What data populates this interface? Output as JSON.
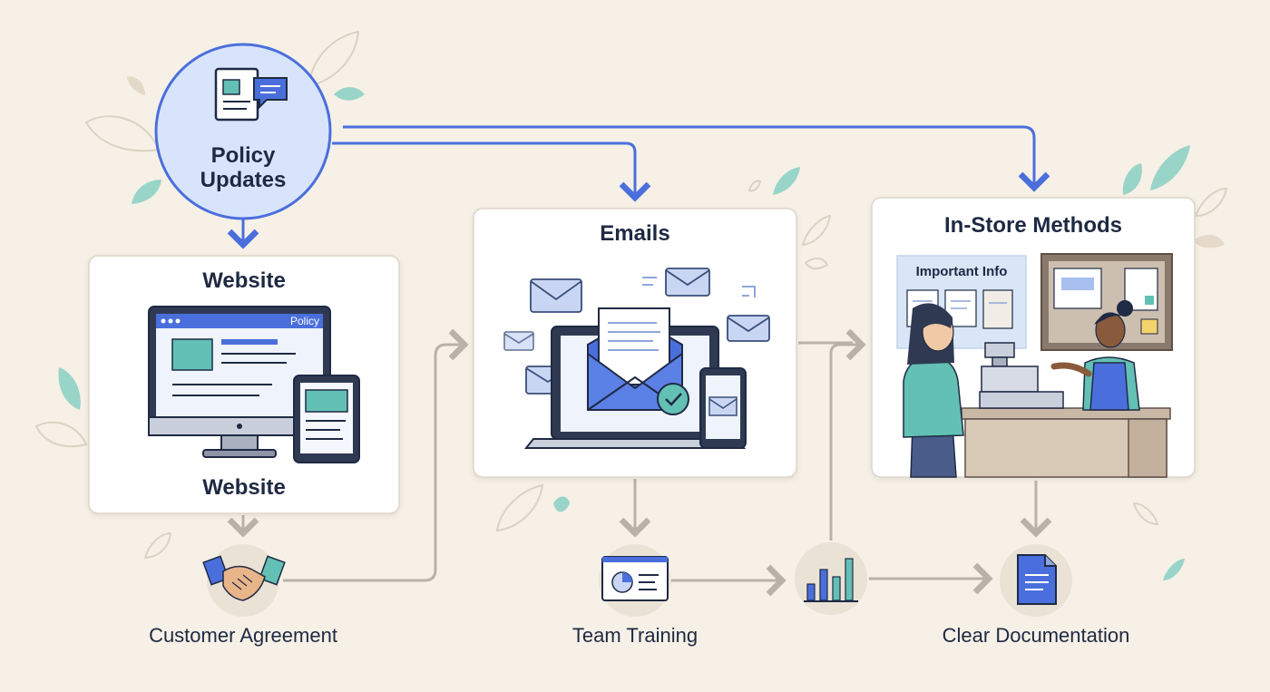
{
  "diagram": {
    "hub": {
      "title_line1": "Policy",
      "title_line2": "Updates"
    },
    "website_card": {
      "title": "Website",
      "caption": "Website",
      "browser_tab_label": "Policy"
    },
    "emails_card": {
      "title": "Emails"
    },
    "instore_card": {
      "title": "In-Store Methods",
      "board_label": "Important Info"
    },
    "bottom_nodes": [
      {
        "label": "Customer Agreement",
        "icon": "handshake-icon"
      },
      {
        "label": "Team Training",
        "icon": "presentation-icon"
      },
      {
        "label": "",
        "icon": "bar-chart-icon"
      },
      {
        "label": "Clear Documentation",
        "icon": "document-icon"
      }
    ],
    "colors": {
      "background": "#f6f0e6",
      "accent_blue": "#4a6fdc",
      "teal": "#63c0b4",
      "connector_gray": "#b9b2a8",
      "card_bg": "#ffffff"
    }
  }
}
